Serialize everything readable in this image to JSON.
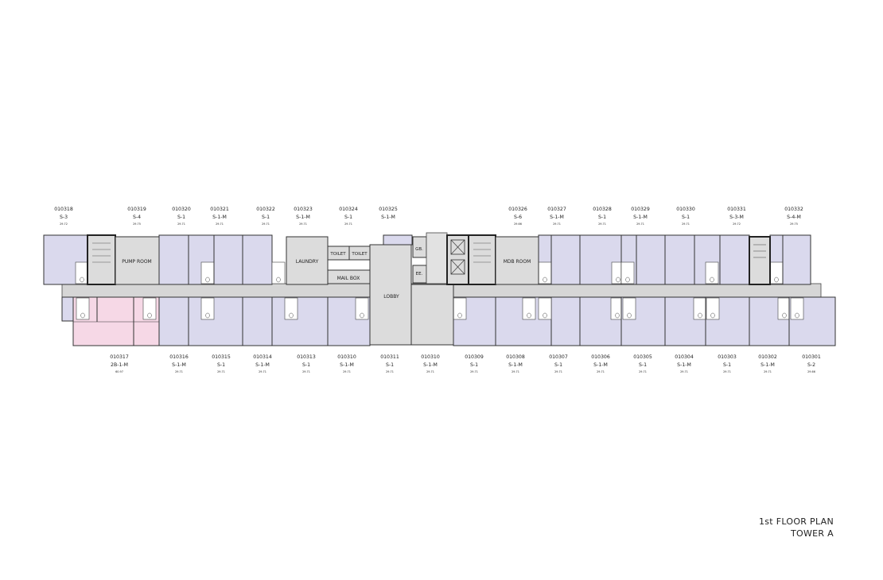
{
  "colors": {
    "unit": "#dad9ed",
    "unit_highlight": "#f6d8e6",
    "service": "#dcdcdc",
    "corridor": "#d6d6d6",
    "wall": "#333333"
  },
  "rooms": {
    "pump": "PUMP ROOM",
    "laundry": "LAUNDRY",
    "toilet1": "TOILET",
    "toilet2": "TOILET",
    "mailbox": "MAIL BOX",
    "lobby": "LOBBY",
    "gb": "GB.",
    "ee": "EE.",
    "mdb": "MDB ROOM"
  },
  "top_units": [
    {
      "id": "010318",
      "type": "S-3",
      "area": "29.72"
    },
    {
      "id": "010319",
      "type": "S-4",
      "area": "29.75"
    },
    {
      "id": "010320",
      "type": "S-1",
      "area": "29.71"
    },
    {
      "id": "010321",
      "type": "S-1-M",
      "area": "29.71"
    },
    {
      "id": "010322",
      "type": "S-1",
      "area": "29.71"
    },
    {
      "id": "010323",
      "type": "S-1-M",
      "area": "29.71"
    },
    {
      "id": "010324",
      "type": "S-1",
      "area": "29.71"
    },
    {
      "id": "010325",
      "type": "S-1-M",
      "area": ""
    },
    {
      "id": "010326",
      "type": "S-6",
      "area": "29.66"
    },
    {
      "id": "010327",
      "type": "S-1-M",
      "area": "29.71"
    },
    {
      "id": "010328",
      "type": "S-1",
      "area": "29.71"
    },
    {
      "id": "010329",
      "type": "S-1-M",
      "area": "29.71"
    },
    {
      "id": "010330",
      "type": "S-1",
      "area": "29.71"
    },
    {
      "id": "010331",
      "type": "S-3-M",
      "area": "29.72"
    },
    {
      "id": "010332",
      "type": "S-4-M",
      "area": "29.75"
    }
  ],
  "bottom_units": [
    {
      "id": "010317",
      "type": "2B-1-M",
      "area": "60.97"
    },
    {
      "id": "010316",
      "type": "S-1-M",
      "area": "29.71"
    },
    {
      "id": "010315",
      "type": "S-1",
      "area": "29.71"
    },
    {
      "id": "010314",
      "type": "S-1-M",
      "area": "29.71"
    },
    {
      "id": "010313",
      "type": "S-1",
      "area": "29.71"
    },
    {
      "id": "010310",
      "type": "S-1-M",
      "area": "29.71"
    },
    {
      "id": "010311",
      "type": "S-1",
      "area": "29.71"
    },
    {
      "id": "010310",
      "type": "S-1-M",
      "area": "29.71"
    },
    {
      "id": "010309",
      "type": "S-1",
      "area": "29.71"
    },
    {
      "id": "010308",
      "type": "S-1-M",
      "area": "29.71"
    },
    {
      "id": "010307",
      "type": "S-1",
      "area": "29.71"
    },
    {
      "id": "010306",
      "type": "S-1-M",
      "area": "29.71"
    },
    {
      "id": "010305",
      "type": "S-1",
      "area": "29.71"
    },
    {
      "id": "010304",
      "type": "S-1-M",
      "area": "29.71"
    },
    {
      "id": "010303",
      "type": "S-1",
      "area": "29.71"
    },
    {
      "id": "010302",
      "type": "S-1-M",
      "area": "29.71"
    },
    {
      "id": "010301",
      "type": "S-2",
      "area": "29.66"
    }
  ],
  "title": {
    "line1": "1st FLOOR PLAN",
    "line2": "TOWER A"
  }
}
